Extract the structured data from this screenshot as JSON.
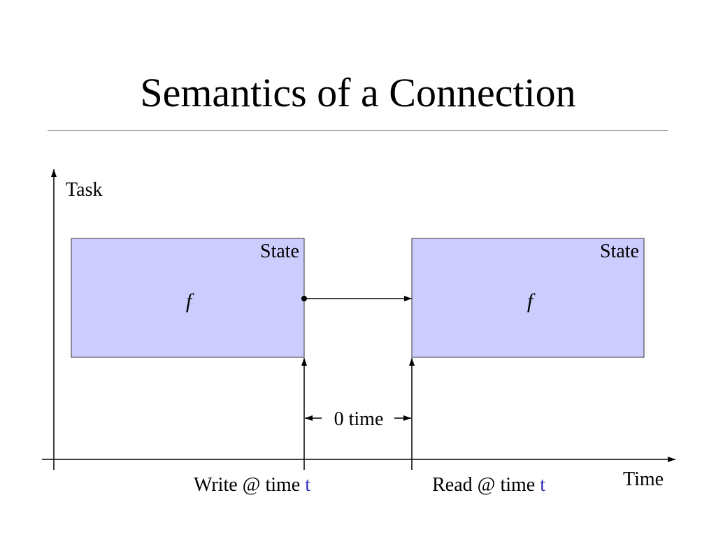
{
  "slide": {
    "title": "Semantics of a Connection"
  },
  "diagram": {
    "axis_y_label": "Task",
    "axis_x_label": "Time",
    "box_fill": "#ccccff",
    "box_stroke": "#333333",
    "highlight_color": "#2e2eb8",
    "task_left": {
      "state_label": "State",
      "function_label": "f"
    },
    "task_right": {
      "state_label": "State",
      "function_label": "f"
    },
    "gap_label": "0 time",
    "write_event": {
      "prefix": "Write @ time ",
      "time_var": "t"
    },
    "read_event": {
      "prefix": "Read @ time ",
      "time_var": "t"
    }
  }
}
